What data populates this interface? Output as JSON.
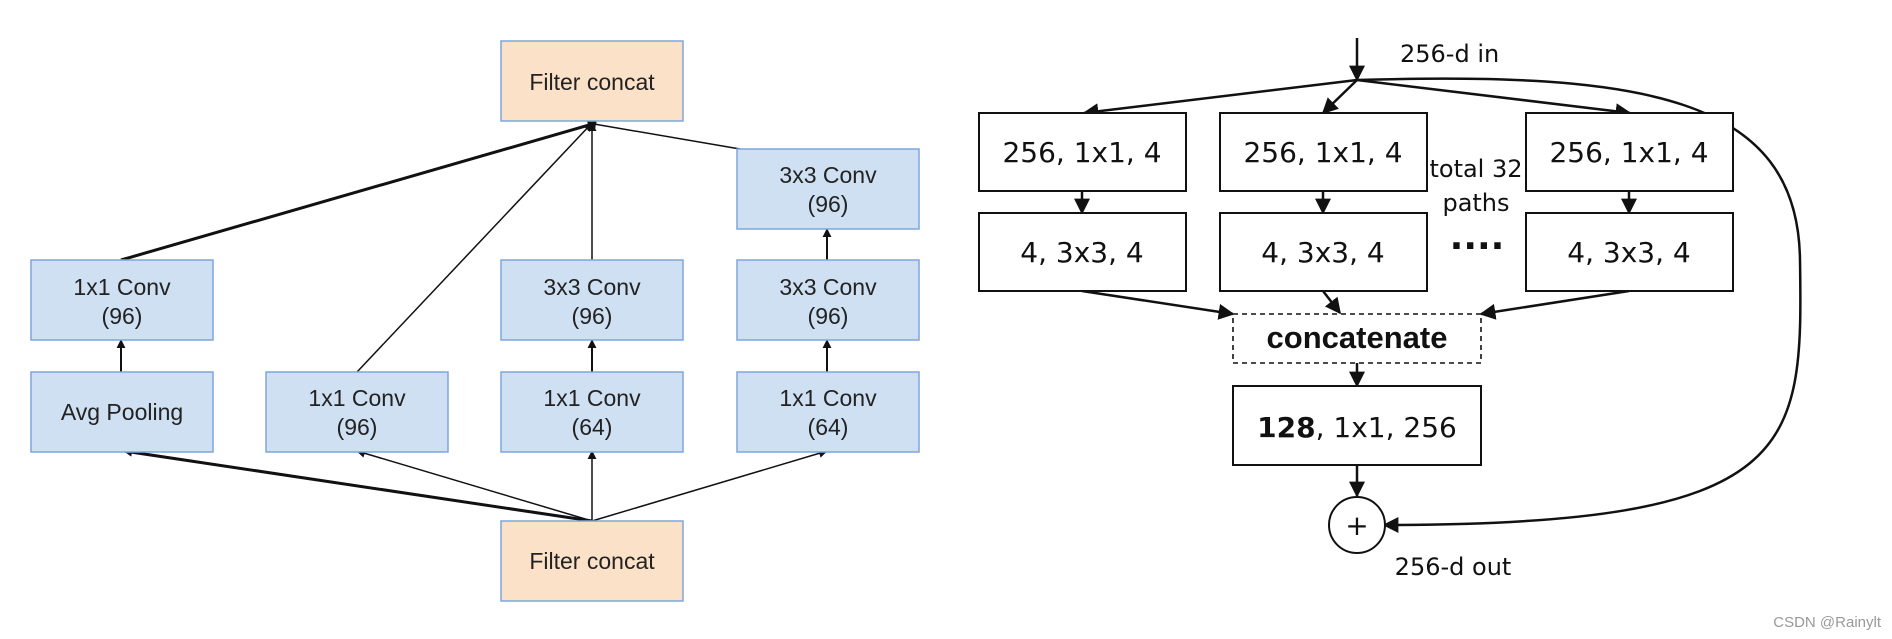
{
  "inception": {
    "top_concat": "Filter concat",
    "bottom_concat": "Filter concat",
    "col1": {
      "top": [
        "1x1 Conv",
        "(96)"
      ],
      "bottom": [
        "Avg Pooling"
      ]
    },
    "col2": {
      "bottom": [
        "1x1 Conv",
        "(96)"
      ]
    },
    "col3": {
      "top": [
        "3x3 Conv",
        "(96)"
      ],
      "bottom": [
        "1x1 Conv",
        "(64)"
      ]
    },
    "col4": {
      "top": [
        "3x3 Conv",
        "(96)"
      ],
      "middle": [
        "3x3 Conv",
        "(96)"
      ],
      "bottom": [
        "1x1 Conv",
        "(64)"
      ]
    },
    "colors": {
      "box_fill": "#cfe0f3",
      "box_border": "#7ea6dc",
      "concat_fill": "#fbe1c8"
    }
  },
  "resnext": {
    "input_label": "256-d in",
    "output_label": "256-d out",
    "path1": {
      "reduce": "256, 1x1, 4",
      "conv": "4, 3x3, 4"
    },
    "path2": {
      "reduce": "256, 1x1, 4",
      "conv": "4, 3x3, 4"
    },
    "path3": {
      "reduce": "256, 1x1, 4",
      "conv": "4, 3x3, 4"
    },
    "paths_note": [
      "total 32",
      "paths"
    ],
    "ellipsis": "····",
    "concat_label": "concatenate",
    "final_bold": "128",
    "final_rest": ", 1x1, 256",
    "add_symbol": "+"
  },
  "watermark": "CSDN @Rainylt"
}
